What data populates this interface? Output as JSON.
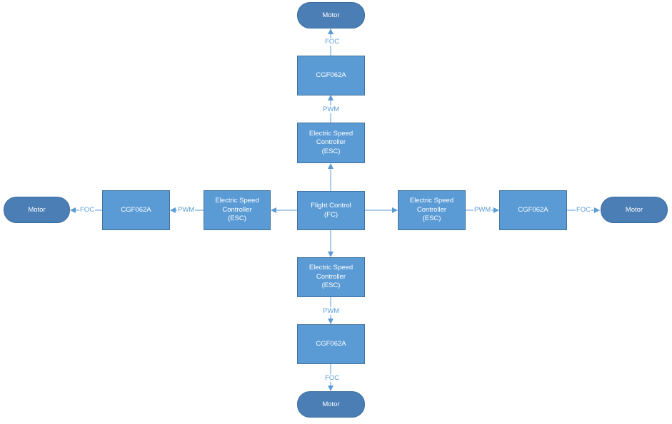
{
  "diagram": {
    "center": {
      "line1": "Flight Control",
      "line2": "(FC)"
    },
    "esc": {
      "line1": "Electric Speed",
      "line2": "Controller",
      "line3": "(ESC)"
    },
    "driver": {
      "label": "CGF062A"
    },
    "motor": {
      "label": "Motor"
    },
    "links": {
      "pwm": "PWM",
      "foc": "FOC"
    },
    "colors": {
      "box_fill": "#5b9bd5",
      "box_border": "#41719c",
      "motor_fill": "#4a7eb5",
      "line": "#5b9bd5"
    }
  }
}
